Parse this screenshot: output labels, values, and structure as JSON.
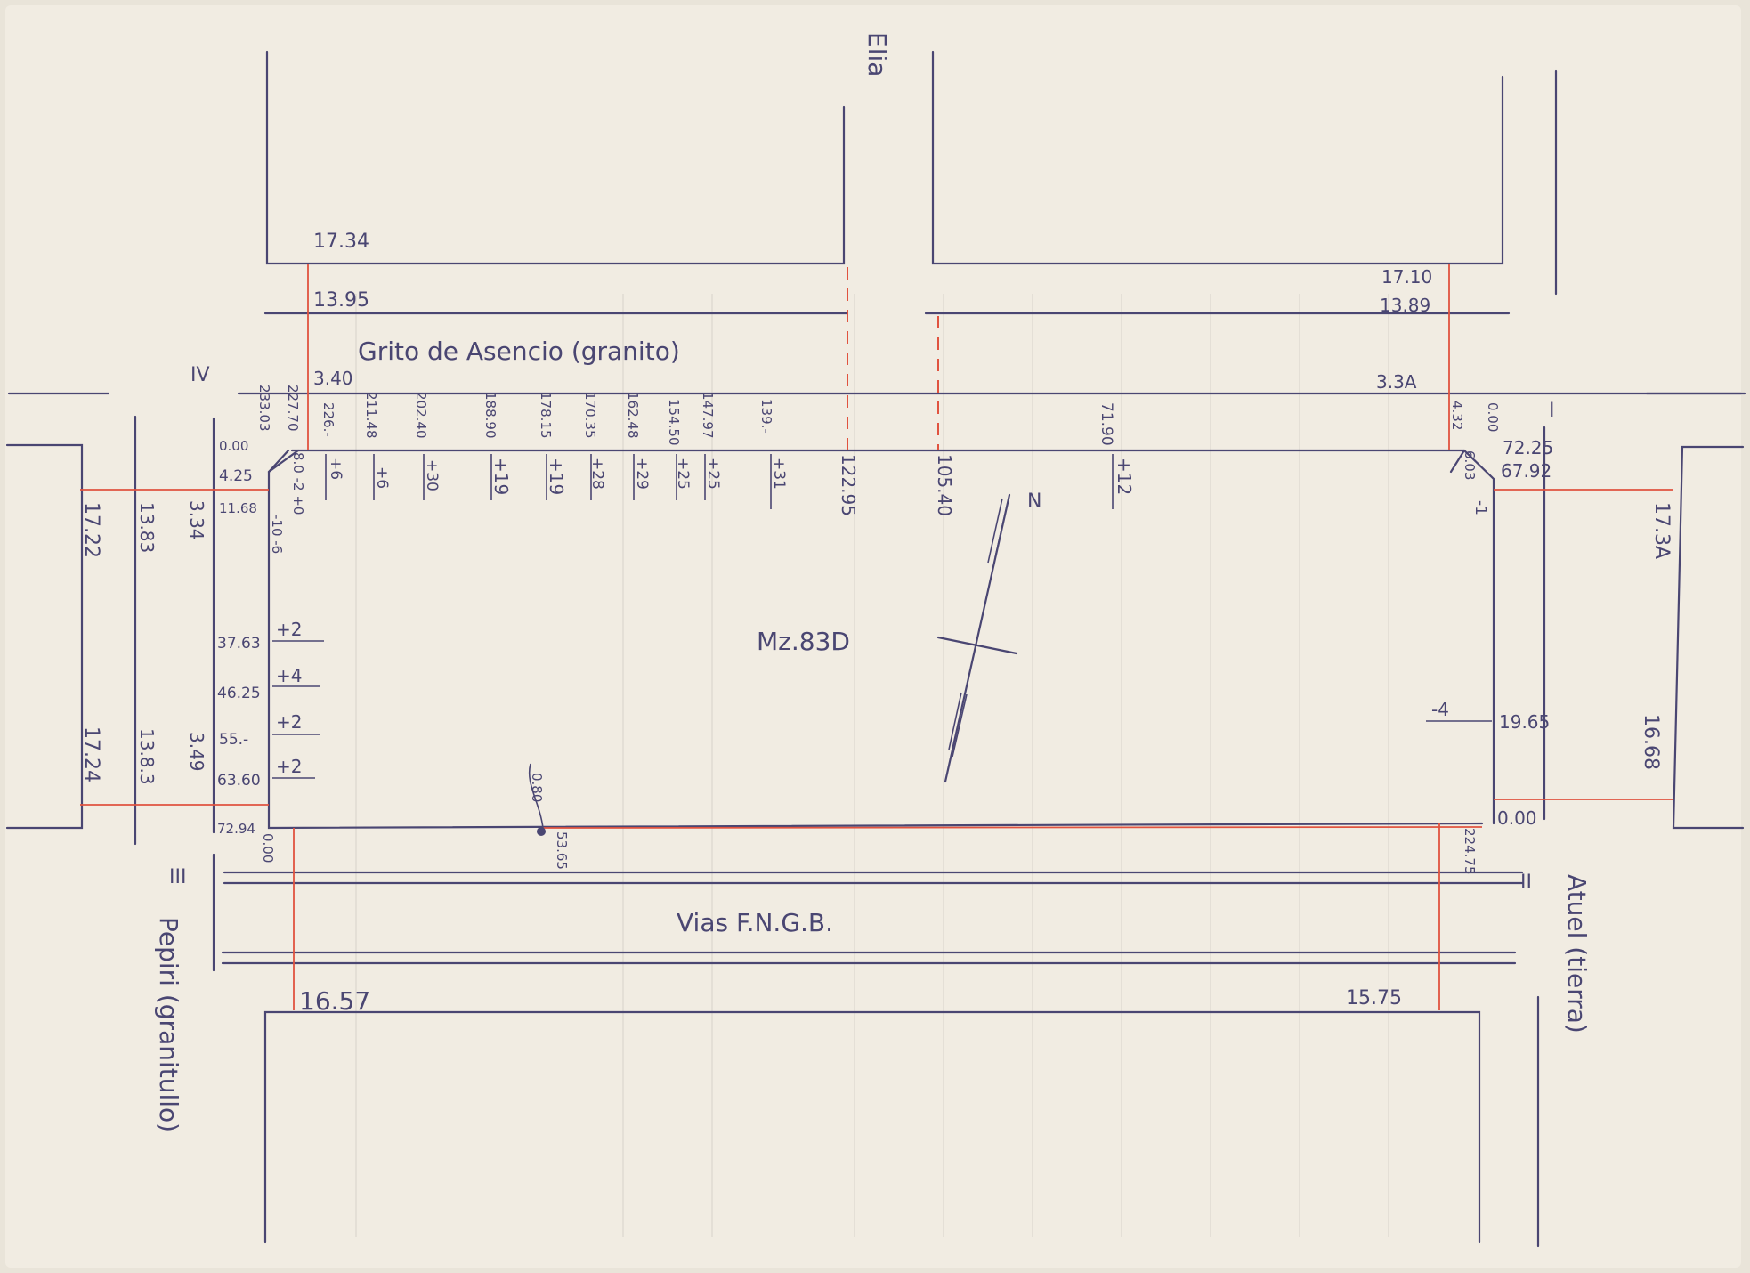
{
  "streets": {
    "top": "Elia",
    "main": "Grito de Asencio (granito)",
    "left": "Pepiri (granitullo)",
    "right": "Atuel (tierra)",
    "rail": "Vias F.N.G.B."
  },
  "block": {
    "label": "Mz.83D",
    "north": "N"
  },
  "corners": {
    "I": "I",
    "II": "II",
    "III": "III",
    "IV": "IV"
  },
  "widths": {
    "top_left_outer": "17.34",
    "top_left_inner": "13.95",
    "top_right_outer": "17.10",
    "top_right_inner": "13.89",
    "left_top_outer": "17.22",
    "left_top_inner": "13.83",
    "left_top_sidewalk": "3.34",
    "left_bottom_outer": "17.24",
    "left_bottom_inner": "13.8.3",
    "left_bottom_sidewalk": "3.49",
    "right_top": "17.3A",
    "right_bottom": "16.68",
    "bottom_left": "16.57",
    "bottom_right": "15.75",
    "sidewalk_top_left": "3.40",
    "sidewalk_top_right": "3.3A"
  },
  "top_progressives": [
    {
      "dist": "233.03",
      "level": ""
    },
    {
      "dist": "227.70",
      "level": ""
    },
    {
      "dist": "226.-",
      "level": "+6"
    },
    {
      "dist": "211.48",
      "level": "+6"
    },
    {
      "dist": "202.40",
      "level": "+30"
    },
    {
      "dist": "188.90",
      "level": "+19"
    },
    {
      "dist": "178.15",
      "level": "+19"
    },
    {
      "dist": "170.35",
      "level": "+28"
    },
    {
      "dist": "162.48",
      "level": "+29"
    },
    {
      "dist": "154.50",
      "level": "+25"
    },
    {
      "dist": "147.97",
      "level": "+25"
    },
    {
      "dist": "139.-",
      "level": "+31"
    },
    {
      "dist": "122.95",
      "level": ""
    },
    {
      "dist": "105.40",
      "level": ""
    },
    {
      "dist": "71.90",
      "level": "+12"
    }
  ],
  "left_progressives": [
    {
      "dist": "0.00",
      "level": ""
    },
    {
      "dist": "4.25",
      "level": ""
    },
    {
      "dist": "11.68",
      "level": "-10 -6"
    },
    {
      "dist": "37.63",
      "level": "+2"
    },
    {
      "dist": "46.25",
      "level": "+4"
    },
    {
      "dist": "55.-",
      "level": "+2"
    },
    {
      "dist": "63.60",
      "level": "+2"
    },
    {
      "dist": "72.94",
      "level": ""
    }
  ],
  "right_progressives": [
    {
      "dist": "0.00",
      "level": ""
    },
    {
      "dist": "4.32",
      "level": ""
    },
    {
      "dist": "72.25",
      "level": ""
    },
    {
      "dist": "67.92",
      "level": "-1"
    },
    {
      "dist": "19.65",
      "level": "-4"
    },
    {
      "dist": "0.00",
      "level": ""
    }
  ],
  "bottom_progressives": [
    {
      "dist": "0.00"
    },
    {
      "dist": "53.65"
    },
    {
      "dist": "224.75"
    }
  ],
  "misc": {
    "chamfer_left": "8.0 -2 +0",
    "chamfer_right": "6.03",
    "pipe_note": "0.80"
  }
}
